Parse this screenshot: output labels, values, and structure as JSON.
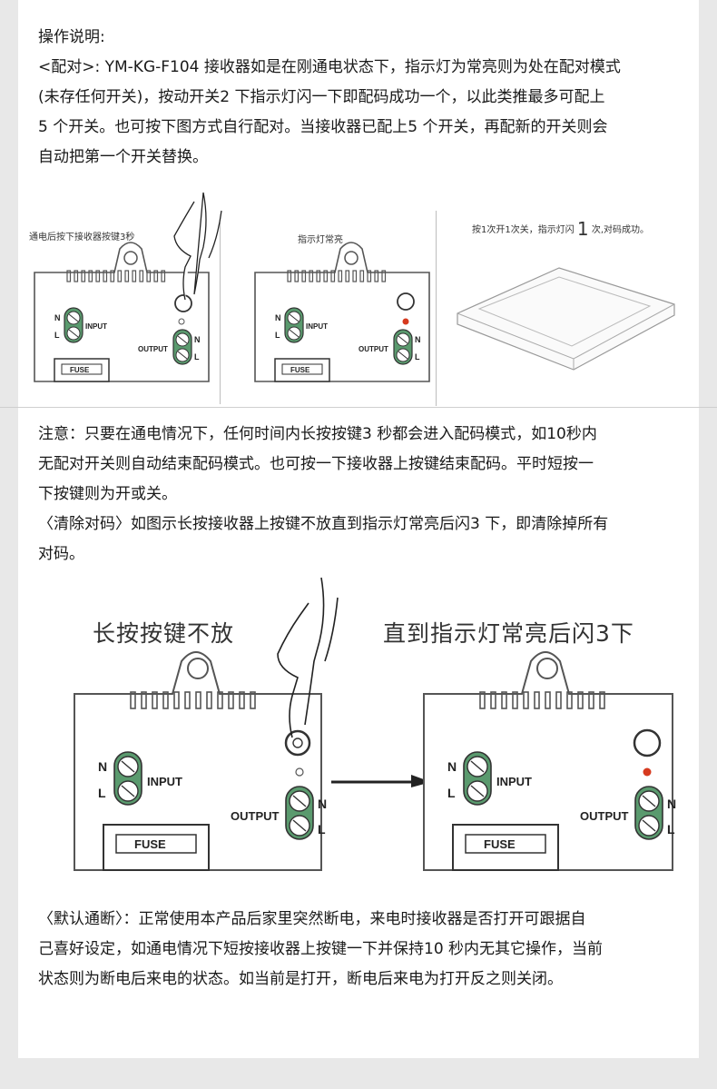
{
  "intro": {
    "lines": [
      "操作说明:",
      "<配对>: YM-KG-F104 接收器如是在刚通电状态下，指示灯为常亮则为处在配对模式",
      "(未存任何开关)，按动开关2 下指示灯闪一下即配码成功一个，以此类推最多可配上",
      "5 个开关。也可按下图方式自行配对。当接收器已配上5 个开关，再配新的开关则会",
      "自动把第一个开关替换。"
    ]
  },
  "figure1": {
    "panel1_caption": "通电后按下接收器按键3秒",
    "panel2_caption": "指示灯常亮",
    "panel3_caption_a": "按1次开1次关，指示灯闪",
    "panel3_caption_b": "1",
    "panel3_caption_c": "次,对码成功。"
  },
  "device_labels": {
    "n": "N",
    "l": "L",
    "input": "INPUT",
    "output": "OUTPUT",
    "fuse": "FUSE"
  },
  "note": {
    "lines": [
      "注意：只要在通电情况下，任何时间内长按按键3 秒都会进入配码模式，如10秒内",
      "无配对开关则自动结束配码模式。也可按一下接收器上按键结束配码。平时短按一",
      "下按键则为开或关。",
      "〈清除对码〉如图示长按接收器上按键不放直到指示灯常亮后闪3 下，即清除掉所有",
      "对码。"
    ]
  },
  "figure2": {
    "left_caption": "长按按键不放",
    "right_caption": "直到指示灯常亮后闪3下"
  },
  "default": {
    "lines": [
      "〈默认通断〉：正常使用本产品后家里突然断电，来电时接收器是否打开可跟据自",
      "己喜好设定，如通电情况下短按接收器上按键一下并保持10 秒内无其它操作，当前",
      "状态则为断电后来电的状态。如当前是打开，断电后来电为打开反之则关闭。"
    ]
  },
  "colors": {
    "terminal": "#5a9a6e",
    "led": "#d63a1f",
    "outline": "#555555"
  }
}
